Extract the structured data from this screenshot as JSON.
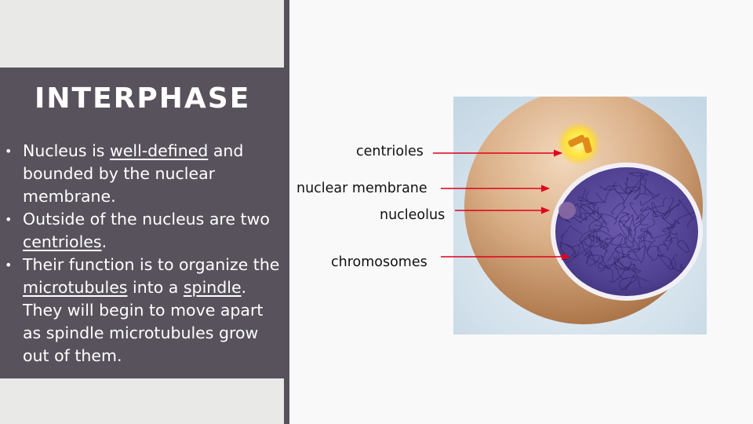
{
  "slide": {
    "title": "INTERPHASE",
    "bullets": [
      {
        "marker": "•",
        "segments": [
          {
            "text": "Nucleus is ",
            "underline": false
          },
          {
            "text": "well-defined",
            "underline": true
          },
          {
            "text": " and bounded by the nuclear membrane.",
            "underline": false
          }
        ]
      },
      {
        "marker": "•",
        "segments": [
          {
            "text": "Outside of the nucleus are two ",
            "underline": false
          },
          {
            "text": "centrioles",
            "underline": true
          },
          {
            "text": ".",
            "underline": false
          }
        ]
      },
      {
        "marker": "•",
        "segments": [
          {
            "text": "Their function is to organize the ",
            "underline": false
          },
          {
            "text": "microtubules",
            "underline": true
          },
          {
            "text": " into a ",
            "underline": false
          },
          {
            "text": "spindle",
            "underline": true
          },
          {
            "text": ". They will begin to move apart as spindle microtubules grow out of them.",
            "underline": false
          }
        ]
      }
    ]
  },
  "diagram": {
    "labels": {
      "centrioles": "centrioles",
      "nuclear_membrane": "nuclear membrane",
      "nucleolus": "nucleolus",
      "chromosomes": "chromosomes"
    },
    "colors": {
      "panel": "#58525c",
      "arrow": "#e0001b",
      "cytoplasm": "#b8845a",
      "nucleus": "#5a4a9c",
      "background": "#c4d7e4"
    }
  }
}
